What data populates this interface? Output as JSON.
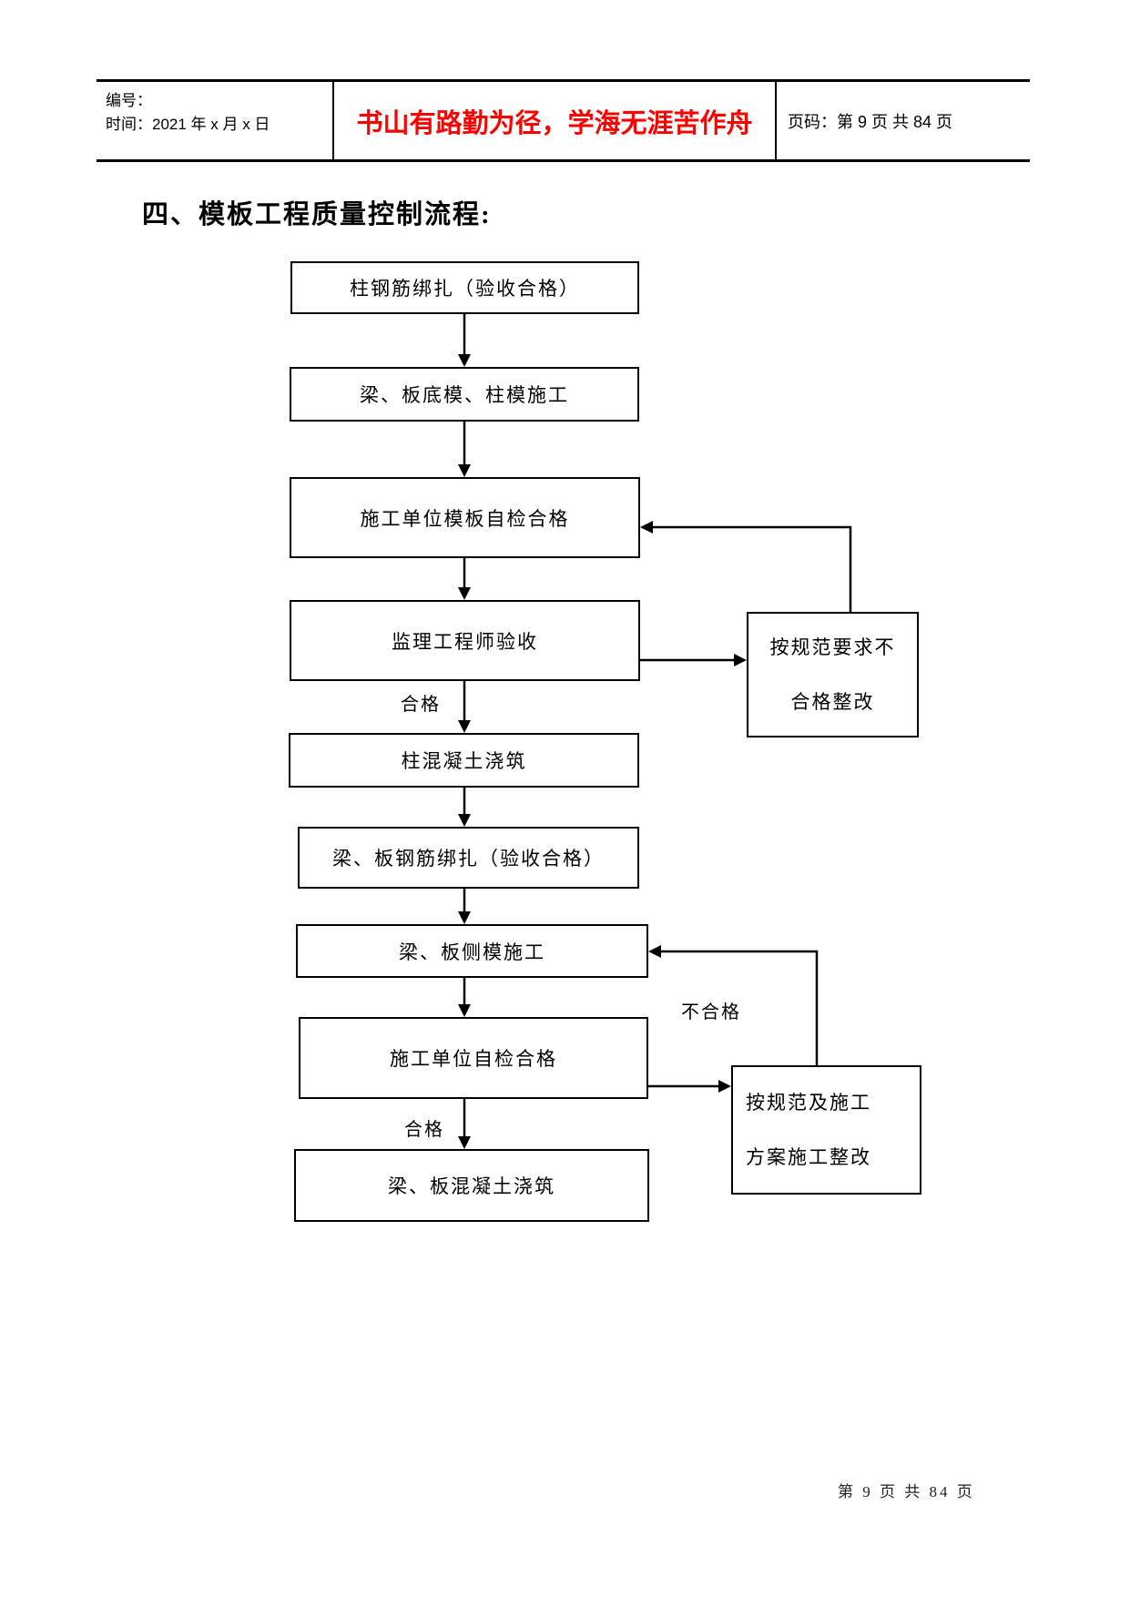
{
  "header": {
    "number_label": "编号：",
    "time_label": "时间：2021 年 x 月 x 日",
    "motto": "书山有路勤为径，学海无涯苦作舟",
    "motto_color": "#FF0000",
    "page_label": "页码：第 9 页  共 84 页"
  },
  "section_title": "四、模板工程质量控制流程:",
  "flowchart": {
    "nodes": [
      {
        "id": "n1",
        "label": "柱钢筋绑扎（验收合格）"
      },
      {
        "id": "n2",
        "label": "梁、板底模、柱模施工"
      },
      {
        "id": "n3",
        "label": "施工单位模板自检合格"
      },
      {
        "id": "n4",
        "label": "监理工程师验收"
      },
      {
        "id": "n5",
        "label": "柱混凝土浇筑"
      },
      {
        "id": "n6",
        "label": "梁、板钢筋绑扎（验收合格）"
      },
      {
        "id": "n7",
        "label": "梁、板侧模施工"
      },
      {
        "id": "n8",
        "label": "施工单位自检合格"
      },
      {
        "id": "n9",
        "label": "梁、板混凝土浇筑"
      }
    ],
    "side_nodes": [
      {
        "id": "sideA",
        "line1": "按规范要求不",
        "line2": "合格整改"
      },
      {
        "id": "sideB",
        "line1": "按规范及施工",
        "line2": "方案施工整改"
      }
    ],
    "edge_labels": [
      {
        "id": "pass1",
        "label": "合格"
      },
      {
        "id": "fail1",
        "label": "不合格"
      },
      {
        "id": "pass2",
        "label": "合格"
      }
    ],
    "line_color": "#000000"
  },
  "footer": {
    "page_number": "第 9 页 共 84 页"
  }
}
